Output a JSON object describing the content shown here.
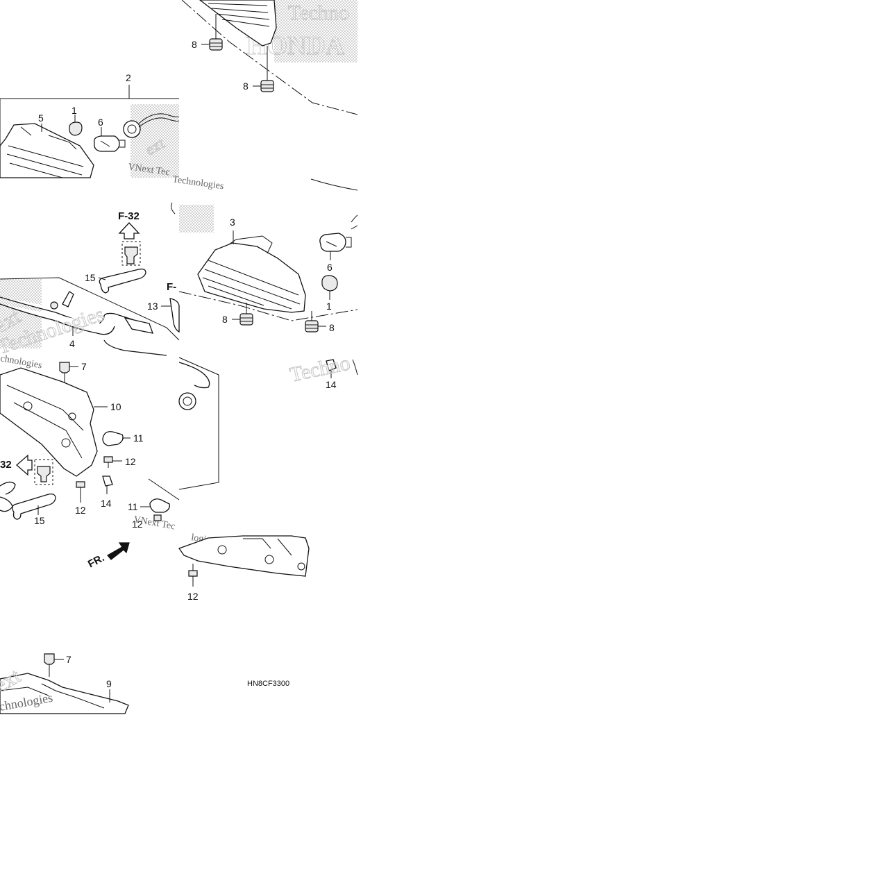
{
  "diagram_code": "HN8CF3300",
  "watermarks": {
    "brand": "HONDA",
    "company": "VNext Technologies",
    "fragment_techno": "Techno",
    "fragment_technologies": "Technologies",
    "fragment_chnologies": "chnologies",
    "fragment_ext": "ext",
    "fragment_logies": "logies",
    "fragment_vnext_tec": "VNext Tec"
  },
  "references": {
    "f32_up": "F-32",
    "f32_left": "32",
    "f_partial": "F-",
    "front_arrow": "FR."
  },
  "callouts": {
    "c1a": "1",
    "c1b": "1",
    "c2": "2",
    "c3": "3",
    "c4": "4",
    "c5": "5",
    "c6a": "6",
    "c6b": "6",
    "c7a": "7",
    "c7b": "7",
    "c8a": "8",
    "c8b": "8",
    "c8c": "8",
    "c8d": "8",
    "c9": "9",
    "c10": "10",
    "c11a": "11",
    "c11b": "11",
    "c12a": "12",
    "c12b": "12",
    "c12c": "12",
    "c12d": "12",
    "c13": "13",
    "c14a": "14",
    "c14b": "14",
    "c15a": "15",
    "c15b": "15"
  }
}
